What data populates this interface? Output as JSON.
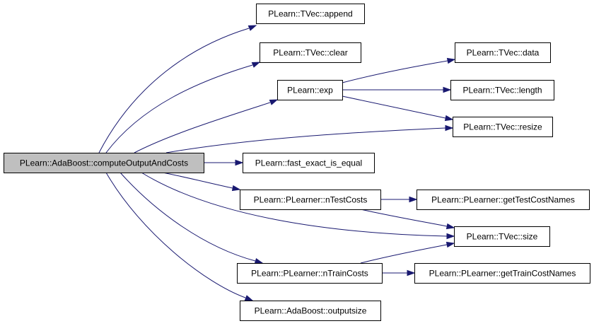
{
  "graph": {
    "edge_color": "#191970",
    "root_fill": "#bfbfbf",
    "nodes": [
      {
        "id": "root",
        "label": "PLearn::AdaBoost::computeOutputAndCosts"
      },
      {
        "id": "append",
        "label": "PLearn::TVec::append"
      },
      {
        "id": "clear",
        "label": "PLearn::TVec::clear"
      },
      {
        "id": "exp",
        "label": "PLearn::exp"
      },
      {
        "id": "data",
        "label": "PLearn::TVec::data"
      },
      {
        "id": "length",
        "label": "PLearn::TVec::length"
      },
      {
        "id": "resize",
        "label": "PLearn::TVec::resize"
      },
      {
        "id": "fei",
        "label": "PLearn::fast_exact_is_equal"
      },
      {
        "id": "ntest",
        "label": "PLearn::PLearner::nTestCosts"
      },
      {
        "id": "gettest",
        "label": "PLearn::PLearner::getTestCostNames"
      },
      {
        "id": "size",
        "label": "PLearn::TVec::size"
      },
      {
        "id": "ntrain",
        "label": "PLearn::PLearner::nTrainCosts"
      },
      {
        "id": "gettrain",
        "label": "PLearn::PLearner::getTrainCostNames"
      },
      {
        "id": "outsize",
        "label": "PLearn::AdaBoost::outputsize"
      }
    ],
    "edges": [
      {
        "from": "root",
        "to": "append"
      },
      {
        "from": "root",
        "to": "clear"
      },
      {
        "from": "root",
        "to": "exp"
      },
      {
        "from": "root",
        "to": "resize"
      },
      {
        "from": "root",
        "to": "fei"
      },
      {
        "from": "root",
        "to": "ntest"
      },
      {
        "from": "root",
        "to": "size"
      },
      {
        "from": "root",
        "to": "ntrain"
      },
      {
        "from": "root",
        "to": "outsize"
      },
      {
        "from": "exp",
        "to": "data"
      },
      {
        "from": "exp",
        "to": "length"
      },
      {
        "from": "exp",
        "to": "resize"
      },
      {
        "from": "ntest",
        "to": "gettest"
      },
      {
        "from": "ntest",
        "to": "size"
      },
      {
        "from": "ntrain",
        "to": "size"
      },
      {
        "from": "ntrain",
        "to": "gettrain"
      }
    ]
  }
}
